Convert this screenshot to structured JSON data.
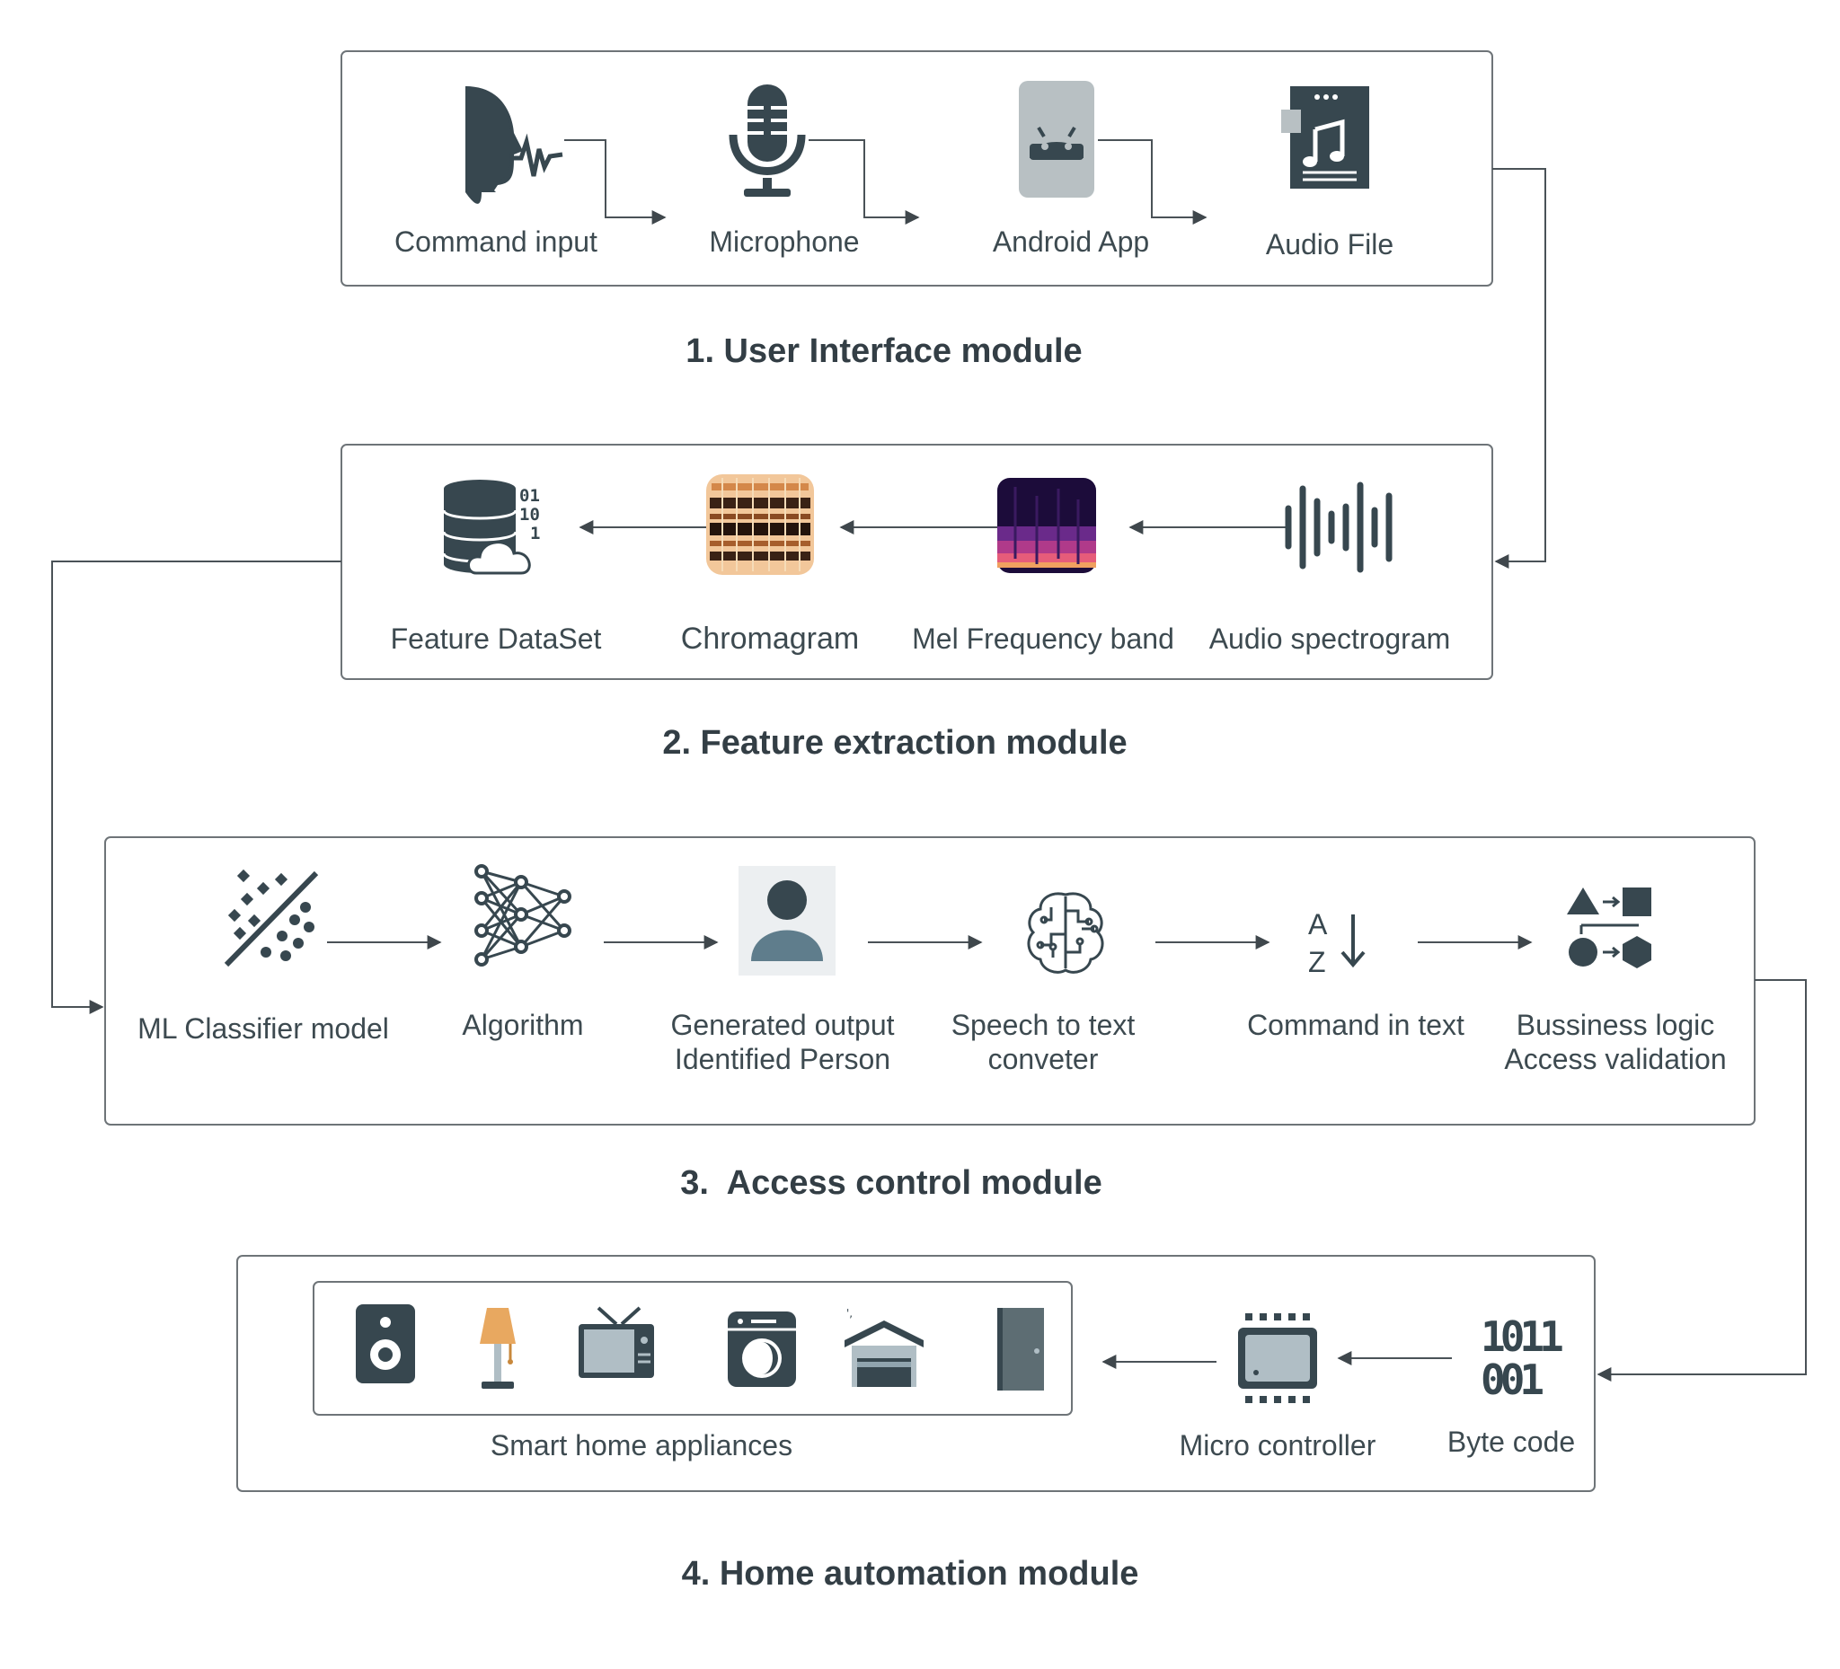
{
  "modules": [
    {
      "title": "1. User Interface module",
      "items": [
        {
          "label": "Command input",
          "icon": "speaking-head-icon"
        },
        {
          "label": "Microphone",
          "icon": "microphone-icon"
        },
        {
          "label": "Android App",
          "icon": "android-icon"
        },
        {
          "label": "Audio File",
          "icon": "audio-file-icon"
        }
      ]
    },
    {
      "title": "2. Feature extraction module",
      "items": [
        {
          "label": "Feature DataSet",
          "icon": "database-cloud-icon"
        },
        {
          "label": "Chromagram",
          "icon": "chromagram-icon"
        },
        {
          "label": "Mel Frequency band",
          "icon": "mel-spectrogram-icon"
        },
        {
          "label": "Audio spectrogram",
          "icon": "sound-wave-icon"
        }
      ]
    },
    {
      "title": "3.  Access control module",
      "items": [
        {
          "label": "ML Classifier model",
          "icon": "classifier-icon"
        },
        {
          "label": "Algorithm",
          "icon": "neural-network-icon"
        },
        {
          "label_line1": "Generated output",
          "label_line2": "Identified Person",
          "icon": "person-icon"
        },
        {
          "label_line1": "Speech to text",
          "label_line2": "conveter",
          "icon": "brain-icon"
        },
        {
          "label": "Command in text",
          "icon": "sort-az-icon"
        },
        {
          "label_line1": "Bussiness logic",
          "label_line2": "Access validation",
          "icon": "shapes-logic-icon"
        }
      ]
    },
    {
      "title": "4. Home automation module",
      "appliances_label": "Smart home appliances",
      "appliance_icons": [
        "speaker-icon",
        "lamp-icon",
        "tv-icon",
        "washing-machine-icon",
        "garage-icon",
        "door-icon"
      ],
      "items": [
        {
          "label": "Micro controller",
          "icon": "microcontroller-icon"
        },
        {
          "label": "Byte code",
          "icon": "binary-code-icon"
        }
      ]
    }
  ],
  "colors": {
    "icon_dark": "#37474f",
    "line": "#4a5257",
    "box_border": "#6e7478",
    "android_bg": "#b8c0c3",
    "person_bg": "#eceff1",
    "person_fg": "#5f7d8c"
  },
  "binary_glyphs": {
    "row1": "01",
    "row2": "10",
    "row3": "1",
    "byte_row1": "1011",
    "byte_row2": "001"
  },
  "az_glyphs": {
    "top": "A",
    "bottom": "Z"
  }
}
